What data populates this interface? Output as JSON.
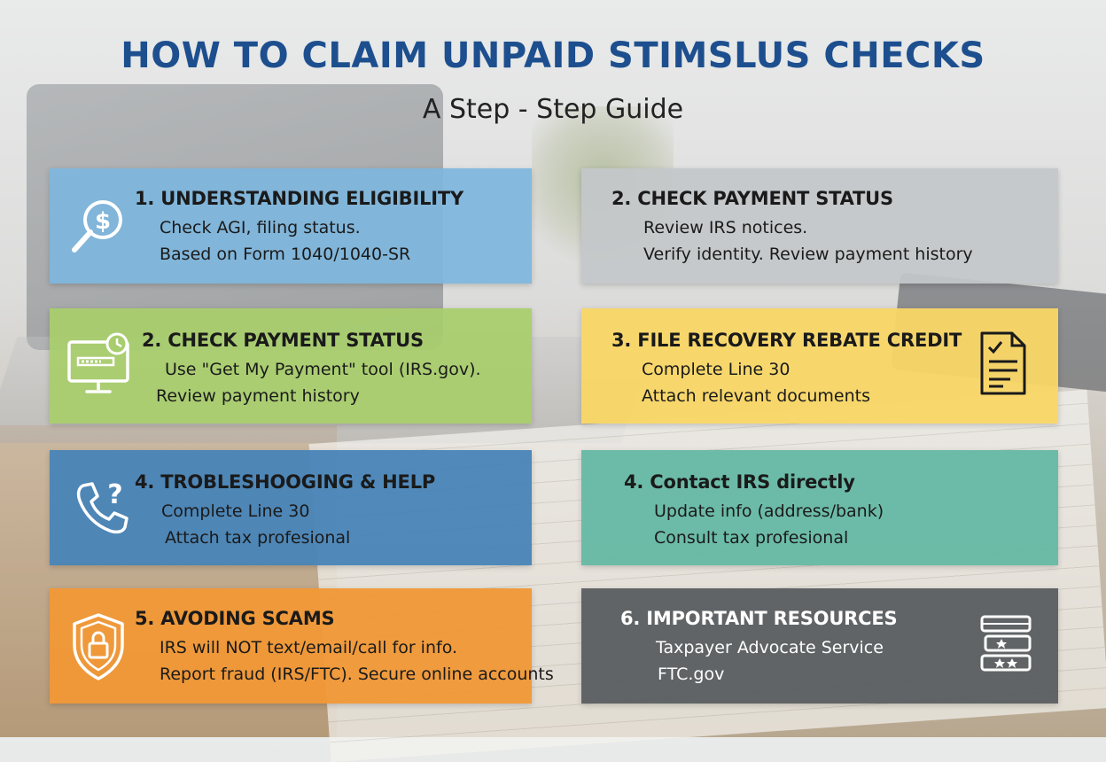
{
  "title": "HOW TO CLAIM UNPAID STIMSLUS CHECKS",
  "subtitle": "A Step - Step Guide",
  "cards": [
    {
      "heading": "1.  UNDERSTANDING ELIGIBILITY",
      "lines": [
        "Check AGI, filing status.",
        "Based on Form 1040/1040-SR"
      ],
      "icon": "dollar-magnifier-icon",
      "color": "#7eb6dd"
    },
    {
      "heading": "2.  CHECK PAYMENT STATUS",
      "lines": [
        "Review IRS notices.",
        "Verify identity.   Review payment history"
      ],
      "icon": "",
      "color": "#c4c7c9"
    },
    {
      "heading": "2.  CHECK PAYMENT STATUS",
      "lines": [
        "Use \"Get My Payment\" tool (IRS.gov).",
        "Review payment history"
      ],
      "icon": "monitor-clock-icon",
      "color": "#a8cd6c"
    },
    {
      "heading": "3.  FILE RECOVERY REBATE CREDIT",
      "lines": [
        "Complete Line 30",
        "Attach relevant documents"
      ],
      "icon": "document-checklist-icon",
      "color": "#f9d766"
    },
    {
      "heading": "4.  TROBLESHOOGING & HELP",
      "lines": [
        "Complete Line 30",
        "Attach tax profesional"
      ],
      "icon": "phone-question-icon",
      "color": "#4884b7"
    },
    {
      "heading": "4.  Contact IRS directly",
      "lines": [
        "Update info (address/bank)",
        "Consult tax profesional"
      ],
      "icon": "",
      "color": "#65b8a4"
    },
    {
      "heading": "5.  AVODING SCAMS",
      "lines": [
        "IRS will NOT text/email/call for info.",
        "Report fraud (IRS/FTC). Secure online accounts"
      ],
      "icon": "shield-lock-icon",
      "color": "#f09837"
    },
    {
      "heading": "6.  IMPORTANT RESOURCES",
      "lines": [
        "Taxpayer Advocate Service",
        "FTC.gov"
      ],
      "icon": "books-stack-icon",
      "color": "#5a5d60"
    }
  ]
}
